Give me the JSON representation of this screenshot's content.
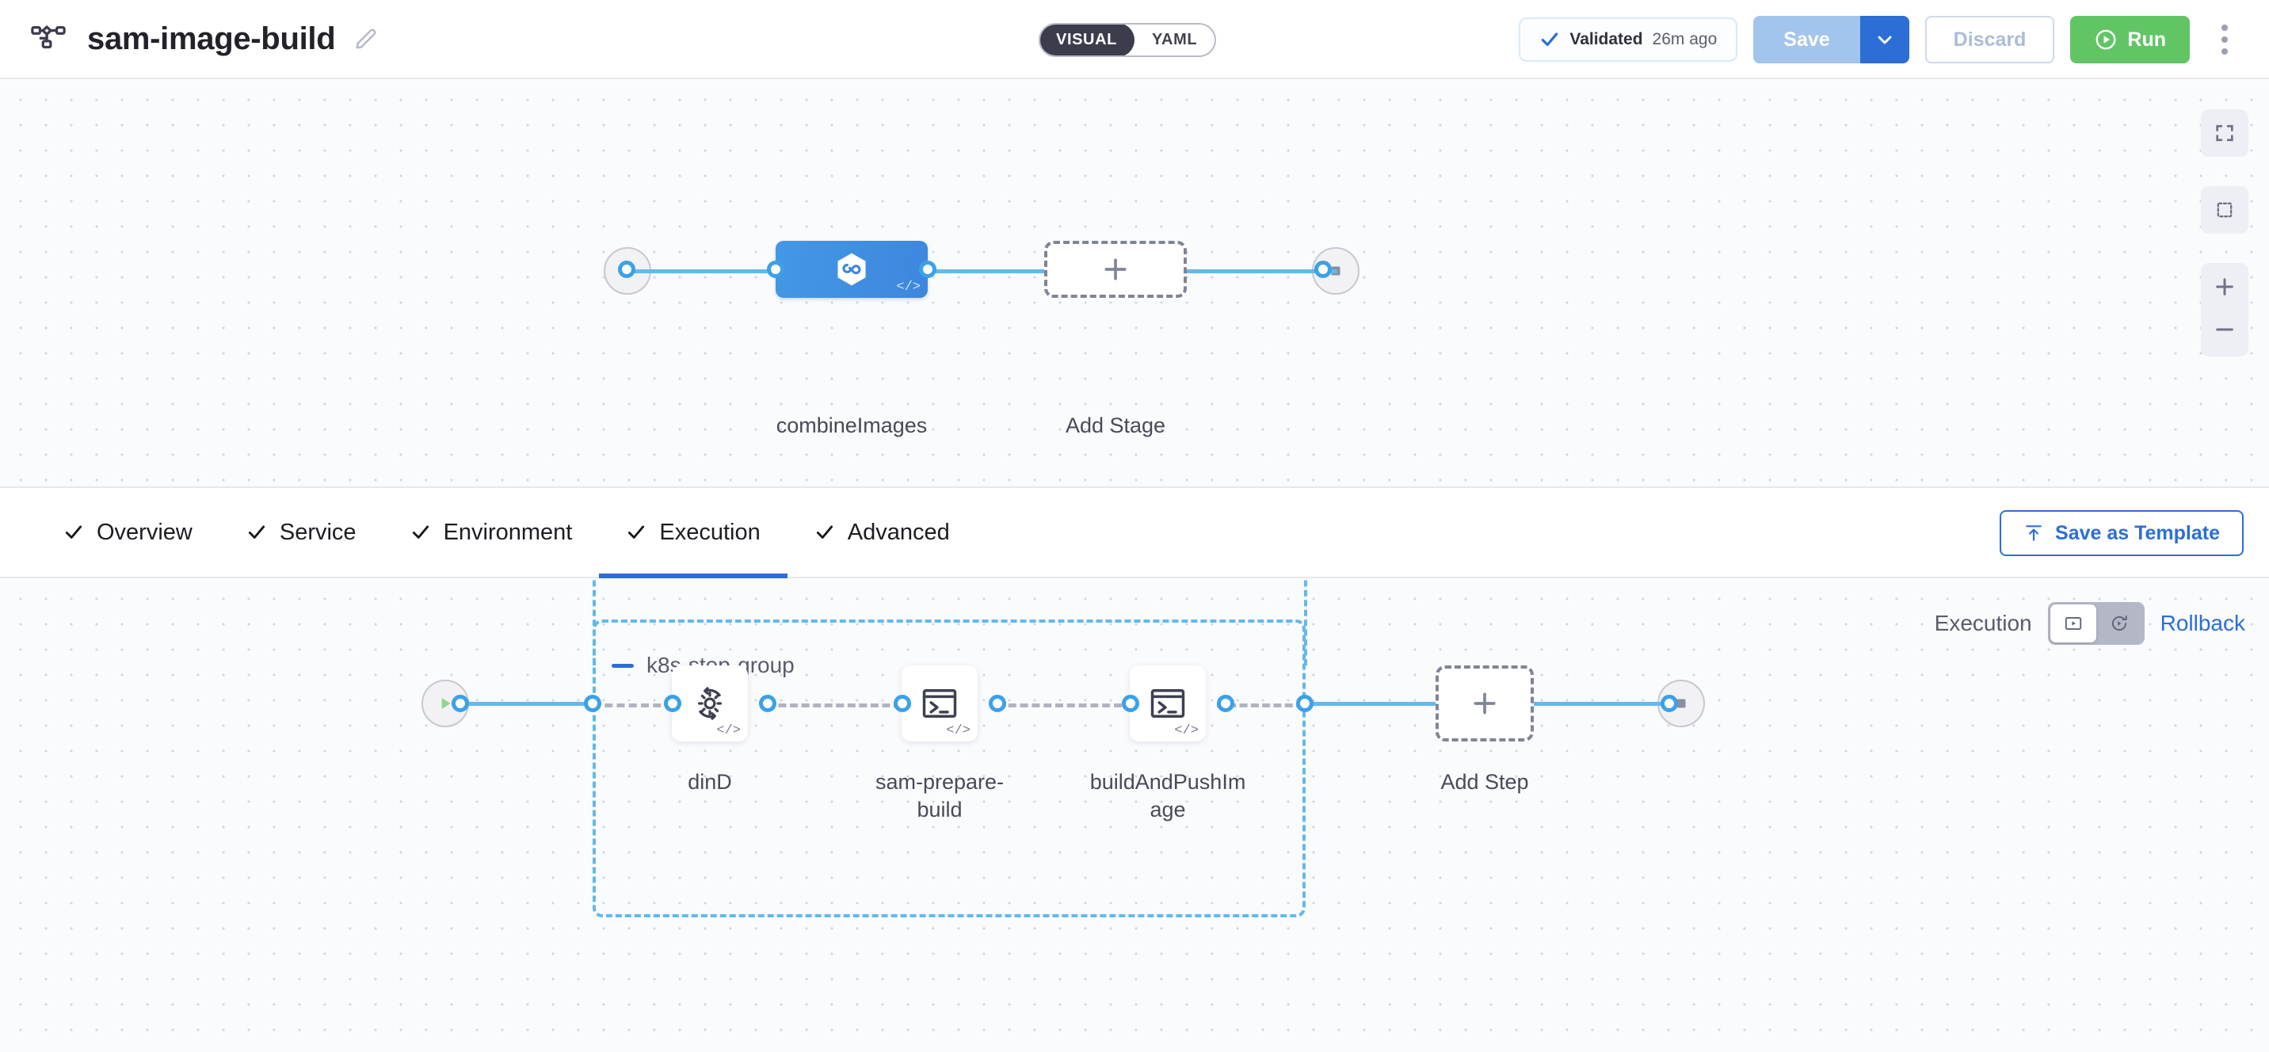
{
  "header": {
    "pipeline_icon": "pipeline-nodes-icon",
    "title": "sam-image-build",
    "edit_icon": "pencil-icon",
    "view_toggle": {
      "visual": "VISUAL",
      "yaml": "YAML",
      "selected": "VISUAL"
    },
    "validated": {
      "icon": "check-icon",
      "label": "Validated",
      "time": "26m ago"
    },
    "save": {
      "label": "Save",
      "caret_icon": "chevron-down-icon"
    },
    "discard": {
      "label": "Discard"
    },
    "run": {
      "label": "Run",
      "icon": "play-circle-icon"
    },
    "more_icon": "kebab-menu-icon"
  },
  "stage_canvas": {
    "start_icon": "play-icon",
    "end_icon": "stop-icon",
    "stage": {
      "label": "combineImages",
      "icon": "harness-hexagon-icon",
      "code_badge": "</>"
    },
    "add_stage": {
      "label": "Add Stage",
      "icon": "plus-icon"
    },
    "controls": {
      "fit": "fit-screen-icon",
      "select": "marquee-select-icon",
      "zoom_in": "zoom-in-icon",
      "zoom_out": "zoom-out-icon"
    }
  },
  "tabbar": {
    "tabs": [
      {
        "label": "Overview",
        "icon": "check-icon",
        "active": false
      },
      {
        "label": "Service",
        "icon": "check-icon",
        "active": false
      },
      {
        "label": "Environment",
        "icon": "check-icon",
        "active": false
      },
      {
        "label": "Execution",
        "icon": "check-icon",
        "active": true
      },
      {
        "label": "Advanced",
        "icon": "check-icon",
        "active": false
      }
    ],
    "save_as_template": {
      "label": "Save as Template",
      "icon": "template-upload-icon"
    }
  },
  "step_canvas": {
    "exec_label": "Execution",
    "exec_toggle": {
      "execution_icon": "execution-view-icon",
      "rollback_icon": "rollback-view-icon",
      "selected": "execution"
    },
    "rollback_link": "Rollback",
    "start_icon": "play-icon",
    "end_icon": "stop-icon",
    "group": {
      "title": "k8s-step-group",
      "collapse_icon": "minus-icon",
      "steps": [
        {
          "label": "dinD",
          "icon": "gear-rotate-icon",
          "code_badge": "</>"
        },
        {
          "label": "sam-prepare-build",
          "label_line1": "sam-prepare-",
          "label_line2": "build",
          "icon": "terminal-icon",
          "code_badge": "</>"
        },
        {
          "label": "buildAndPushImage",
          "label_line1": "buildAndPushIm",
          "label_line2": "age",
          "icon": "terminal-icon",
          "code_badge": "</>"
        }
      ]
    },
    "add_step": {
      "label": "Add Step",
      "icon": "plus-icon"
    }
  },
  "colors": {
    "accent_blue": "#2c6ed5",
    "link_blue": "#63b8ee",
    "stage_blue": "#3e8ede",
    "run_green": "#62c565",
    "group_border": "#63b8ee"
  }
}
